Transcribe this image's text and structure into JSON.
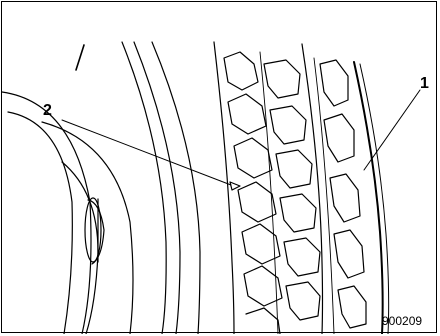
{
  "callouts": [
    {
      "id": "1",
      "label": "1"
    },
    {
      "id": "2",
      "label": "2"
    }
  ],
  "figure_code": "900209",
  "colors": {
    "ink": "#000000",
    "paper": "#ffffff"
  },
  "icons": [
    "tread-wear-indicator-marker"
  ]
}
